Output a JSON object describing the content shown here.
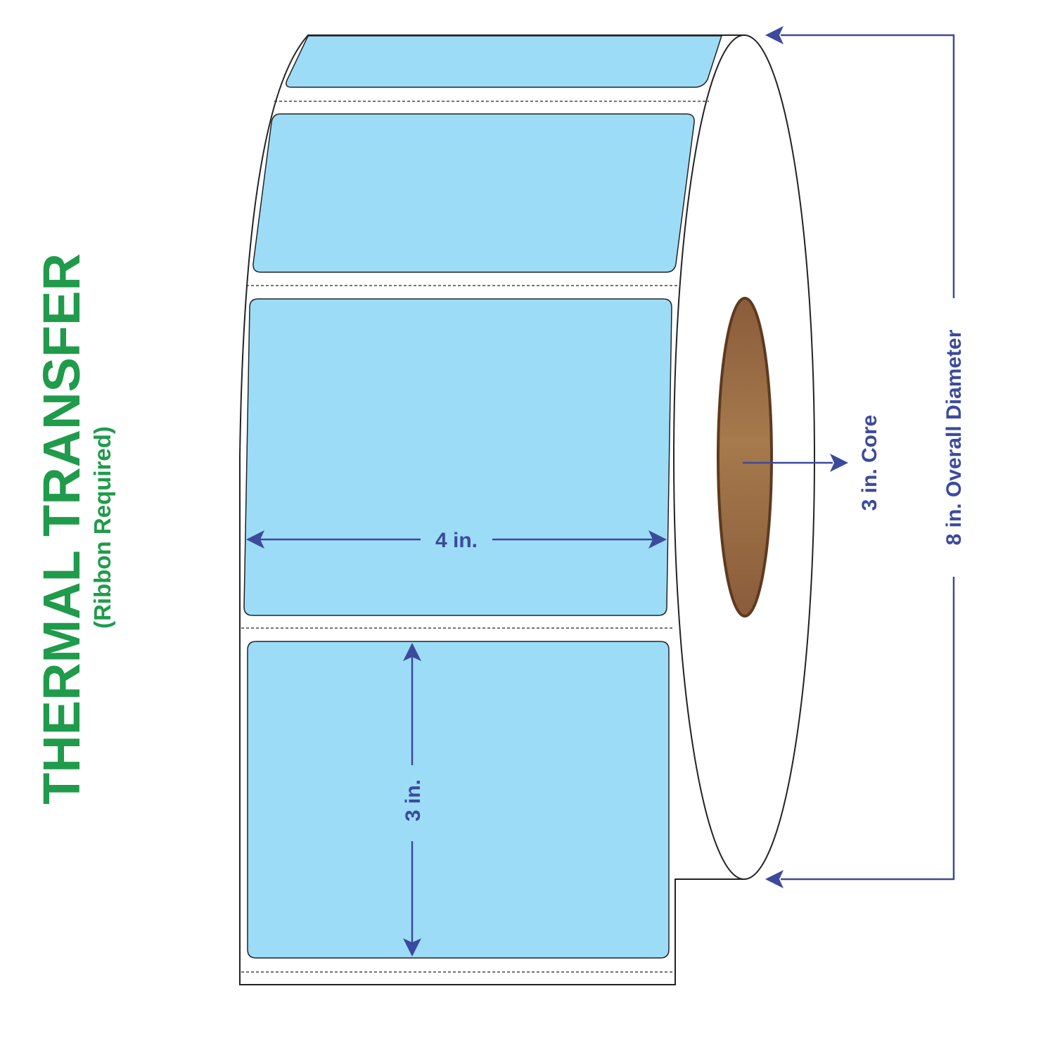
{
  "title": {
    "main": "THERMAL TRANSFER",
    "sub": "(Ribbon Required)"
  },
  "dimensions": {
    "width": "4 in.",
    "height": "3 in.",
    "core": "3 in. Core",
    "diameter": "8 in. Overall Diameter"
  },
  "colors": {
    "title": "#1f9b4b",
    "dimension": "#3b4a9c",
    "label": "#9ddcf7",
    "core_center": "#a67a4c",
    "core_edge": "#8a5c3b",
    "core_outline": "#5e3a1f",
    "outline": "#222222"
  }
}
